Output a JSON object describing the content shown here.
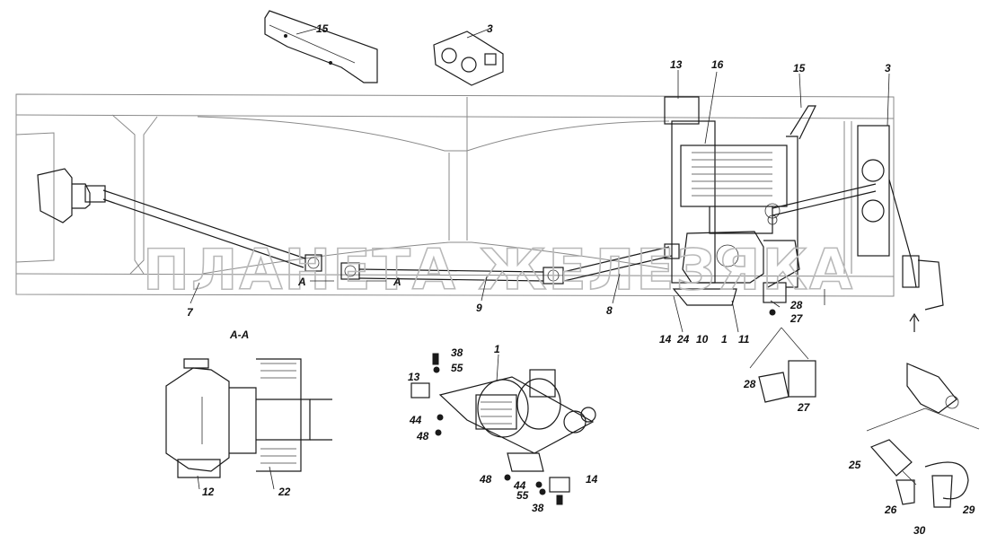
{
  "watermark": "ПЛАНЕТА ЖЕЛЕЗЯКА",
  "section": {
    "label": "А-А",
    "cut_marks": [
      "А",
      "А"
    ]
  },
  "callouts": {
    "bumper_15": "15",
    "roller_3": "3",
    "top_13": "13",
    "top_16": "16",
    "top_15": "15",
    "top_3": "3",
    "shaft_7": "7",
    "shaft_9": "9",
    "shaft_8": "8",
    "mount_14": "14",
    "mount_24": "24",
    "mount_10": "10",
    "mount_1": "1",
    "mount_11": "11",
    "mount_28": "28",
    "mount_27": "27",
    "section_12": "12",
    "section_22": "22",
    "winch_38a": "38",
    "winch_55a": "55",
    "winch_1": "1",
    "winch_13": "13",
    "winch_44a": "44",
    "winch_48a": "48",
    "winch_48b": "48",
    "winch_44b": "44",
    "winch_55b": "55",
    "winch_38b": "38",
    "winch_14": "14",
    "guide_28": "28",
    "guide_27": "27",
    "hook_25": "25",
    "hook_26": "26",
    "hook_30": "30",
    "hook_29": "29"
  }
}
